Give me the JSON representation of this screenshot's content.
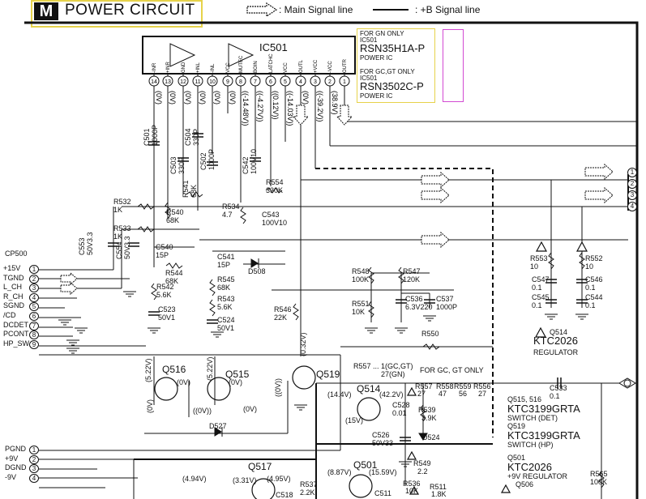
{
  "header": {
    "badge": "M",
    "title": "POWER CIRCUIT"
  },
  "legend": {
    "main_signal": ": Main Signal line",
    "b_signal": ": +B Signal line"
  },
  "ic": {
    "name": "IC501",
    "pins": [
      {
        "num": "14",
        "name": "-INR"
      },
      {
        "num": "13",
        "name": "+INR"
      },
      {
        "num": "12",
        "name": "GND"
      },
      {
        "num": "11",
        "name": "+INL"
      },
      {
        "num": "10",
        "name": "-INL"
      },
      {
        "num": "9",
        "name": "VCC"
      },
      {
        "num": "8",
        "name": "MUTEC"
      },
      {
        "num": "7",
        "name": "BOIN"
      },
      {
        "num": "6",
        "name": "LATCHC"
      },
      {
        "num": "5",
        "name": "VCC"
      },
      {
        "num": "4",
        "name": "OUTL"
      },
      {
        "num": "3",
        "name": "+VCC"
      },
      {
        "num": "2",
        "name": "-VCC"
      },
      {
        "num": "1",
        "name": "OUTR"
      }
    ],
    "voltages": [
      "(0V)",
      "(0V)",
      "(0V)",
      "(0V)",
      "(0V)",
      "(0V)",
      "((-14.48V))",
      "((-4.27V))",
      "((0.12V))",
      "((-14.03V))",
      "(0V)",
      "((-39.2V))",
      "(38.9V)"
    ]
  },
  "ic_note": {
    "line1": "FOR GN ONLY",
    "line2": "IC501",
    "part1": "RSN35H1A-P",
    "desc1": "POWER IC",
    "line3": "FOR GC,GT ONLY",
    "line4": "IC501",
    "part2": "RSN3502C-P",
    "desc2": "POWER IC"
  },
  "connector_left": {
    "name": "CP500",
    "pins": [
      "+15V",
      "TGND",
      "L_CH",
      "R_CH",
      "SGND",
      "/CD",
      "DCDET",
      "PCONT",
      "HP_SW"
    ],
    "numbers": [
      "1",
      "2",
      "3",
      "4",
      "5",
      "6",
      "7",
      "8",
      "9"
    ]
  },
  "connector_left2": {
    "pins": [
      "PGND",
      "+9V",
      "DGND",
      "-9V"
    ],
    "numbers": [
      "1",
      "2",
      "3",
      "4"
    ]
  },
  "connector_right": {
    "numbers": [
      "1",
      "2",
      "3",
      "4"
    ]
  },
  "components": [
    {
      "id": "C501",
      "val": "1000P"
    },
    {
      "id": "C503",
      "val": "330P"
    },
    {
      "id": "C504",
      "val": "330P"
    },
    {
      "id": "C502",
      "val": "1000P"
    },
    {
      "id": "R541",
      "val": "68K"
    },
    {
      "id": "R532",
      "val": "1K"
    },
    {
      "id": "R540",
      "val": "68K"
    },
    {
      "id": "R533",
      "val": "1K"
    },
    {
      "id": "C553",
      "val": "50V3.3"
    },
    {
      "id": "C554",
      "val": "50V3.3"
    },
    {
      "id": "C540",
      "val": "15P"
    },
    {
      "id": "R544",
      "val": "68K"
    },
    {
      "id": "R542",
      "val": "5.6K"
    },
    {
      "id": "C523",
      "val": "50V1"
    },
    {
      "id": "C541",
      "val": "15P"
    },
    {
      "id": "R545",
      "val": "68K"
    },
    {
      "id": "R543",
      "val": "5.6K"
    },
    {
      "id": "C524",
      "val": "50V1"
    },
    {
      "id": "D508",
      "val": ""
    },
    {
      "id": "R534",
      "val": "4.7"
    },
    {
      "id": "C542",
      "val": "100V10"
    },
    {
      "id": "R554",
      "val": "330K"
    },
    {
      "id": "C543",
      "val": "100V10"
    },
    {
      "id": "R546",
      "val": "22K"
    },
    {
      "id": "R548",
      "val": "100K"
    },
    {
      "id": "R547",
      "val": "120K"
    },
    {
      "id": "R551",
      "val": "10K"
    },
    {
      "id": "C536",
      "val": "6.3V220"
    },
    {
      "id": "C537",
      "val": "1000P"
    },
    {
      "id": "R550",
      "val": ""
    },
    {
      "id": "R553",
      "val": "10"
    },
    {
      "id": "R552",
      "val": "10"
    },
    {
      "id": "C547",
      "val": "0.1"
    },
    {
      "id": "C546",
      "val": "0.1"
    },
    {
      "id": "C545",
      "val": "0.1"
    },
    {
      "id": "C544",
      "val": "0.1"
    },
    {
      "id": "C533",
      "val": "0.1"
    },
    {
      "id": "R537",
      "val": "2.2K"
    },
    {
      "id": "R565",
      "val": "100K"
    }
  ],
  "transistors": {
    "q516": {
      "name": "Q516",
      "v1": "(5.22V)",
      "v2": "(0V)",
      "v3": "(0V)"
    },
    "q515": {
      "name": "Q515",
      "v1": "(5.22V)",
      "v2": "(0V)",
      "v3": "(0V)"
    },
    "q519": {
      "name": "Q519",
      "v1": "(0.32V)",
      "v2": "(0V)"
    },
    "q514": {
      "name": "Q514",
      "v1": "(14.4V)",
      "v2": "(42.2V)",
      "v3": "(15V)"
    },
    "q517": {
      "name": "Q517",
      "v1": "(4.94V)",
      "v2": "(3.31V)",
      "v3": "(4.95V)"
    },
    "q501": {
      "name": "Q501",
      "v1": "(8.87V)",
      "v2": "(15.59V)"
    }
  },
  "notes": {
    "r557": "R557 ... 1(GC,GT)",
    "r557b": "27(GN)",
    "gc_gt": "FOR GC, GT ONLY",
    "r557c": "R557",
    "r558": "R558",
    "r559": "R559",
    "r556": "R556",
    "r557v": "27",
    "r558v": "47",
    "r559v": "56",
    "r556v": "27",
    "c528": "C528",
    "c528v": "0.01",
    "r539": "R539",
    "r539v": "3.9K",
    "c526": "C526",
    "c526v": "50V33",
    "d524": "D524",
    "d527": "D527",
    "r549": "R549",
    "r549v": "2.2",
    "r536": "R536",
    "r536v": "10K",
    "r511": "R511",
    "r511v": "1.8K",
    "c511": "C511",
    "c518": "C518",
    "v0": "((0V))",
    "v0b": "((0V))",
    "v0c": "(0V)"
  },
  "right_labels": [
    {
      "name": "Q514",
      "part": "KTC2026",
      "desc": "REGULATOR"
    },
    {
      "name": "Q515, 516",
      "part": "KTC3199GRTA",
      "desc": "SWITCH (DET)"
    },
    {
      "name": "Q519",
      "part": "KTC3199GRTA",
      "desc": "SWITCH (HP)"
    },
    {
      "name": "Q501",
      "part": "KTC2026",
      "desc": "+9V REGULATOR"
    },
    {
      "name": "Q506",
      "part": "",
      "desc": ""
    }
  ],
  "colors": {
    "header_border": "#e6d24a",
    "note_border": "#e6d24a",
    "magenta": "#d24ad2",
    "line": "#111111"
  }
}
